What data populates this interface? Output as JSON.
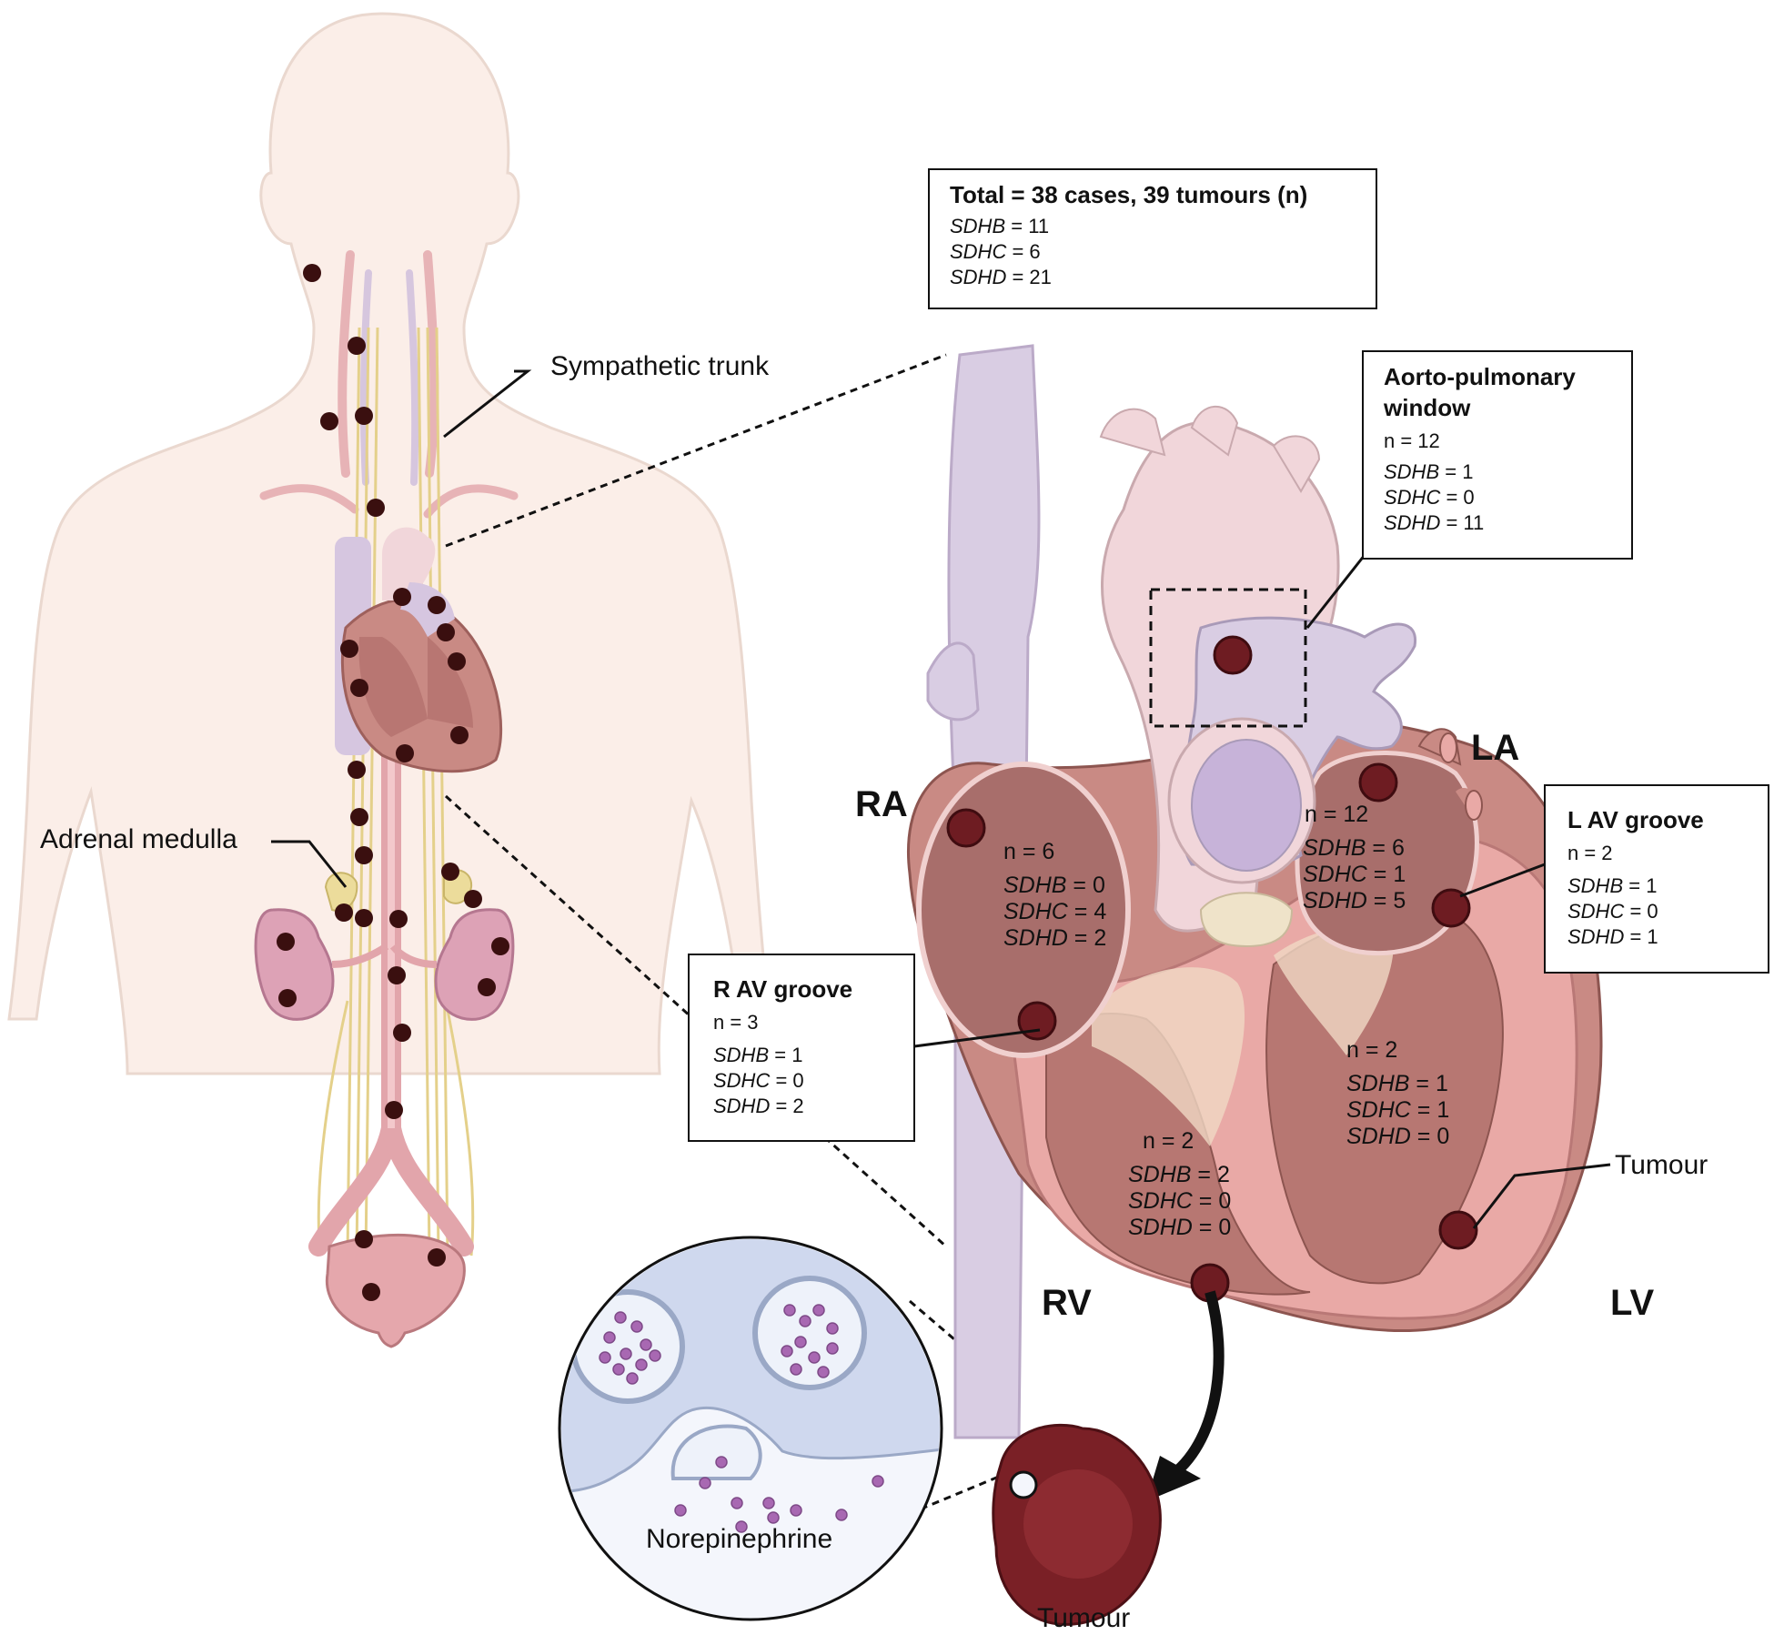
{
  "colors": {
    "skin": "#fbeee8",
    "skin_outline": "#e8d5cc",
    "heart_wall": "#c98a84",
    "heart_inner": "#b07572",
    "ventricle_pink": "#e9a9a6",
    "vessel_lilac": "#d9cde3",
    "aorta_pink": "#f3d9dd",
    "nerve_yellow": "#e4d08a",
    "tumour_dot": "#3a0f0f",
    "tumour_red": "#7a2026",
    "kidney_pink": "#dda2b6",
    "cell_blue": "#cfd8ee",
    "vesicle_purple": "#a868b2"
  },
  "total_box": {
    "title": "Total = 38 cases, 39 tumours (n)",
    "genes": [
      {
        "gene": "SDHB",
        "value": "= 11"
      },
      {
        "gene": "SDHC",
        "value": "= 6"
      },
      {
        "gene": "SDHD",
        "value": "= 21"
      }
    ]
  },
  "aorto_box": {
    "title_line1": "Aorto-pulmonary",
    "title_line2": "window",
    "n": "n = 12",
    "genes": [
      {
        "gene": "SDHB",
        "value": "= 1"
      },
      {
        "gene": "SDHC",
        "value": "= 0"
      },
      {
        "gene": "SDHD",
        "value": "= 11"
      }
    ]
  },
  "lav_box": {
    "title": "L AV groove",
    "n": "n = 2",
    "genes": [
      {
        "gene": "SDHB",
        "value": "= 1"
      },
      {
        "gene": "SDHC",
        "value": "= 0"
      },
      {
        "gene": "SDHD",
        "value": "= 1"
      }
    ]
  },
  "rav_box": {
    "title": "R AV groove",
    "n": "n = 3",
    "genes": [
      {
        "gene": "SDHB",
        "value": "= 1"
      },
      {
        "gene": "SDHC",
        "value": "= 0"
      },
      {
        "gene": "SDHD",
        "value": "= 2"
      }
    ]
  },
  "chambers": {
    "ra": "RA",
    "la": "LA",
    "rv": "RV",
    "lv": "LV"
  },
  "ra_stats": {
    "n": "n = 6",
    "genes": [
      {
        "gene": "SDHB",
        "value": " = 0"
      },
      {
        "gene": "SDHC",
        "value": " = 4"
      },
      {
        "gene": "SDHD",
        "value": " = 2"
      }
    ]
  },
  "la_stats": {
    "n": "n = 12",
    "genes": [
      {
        "gene": "SDHB",
        "value": " = 6"
      },
      {
        "gene": "SDHC",
        "value": " = 1"
      },
      {
        "gene": "SDHD",
        "value": " = 5"
      }
    ]
  },
  "rv_stats": {
    "n": "n = 2",
    "genes": [
      {
        "gene": "SDHB",
        "value": " = 2"
      },
      {
        "gene": "SDHC",
        "value": " = 0"
      },
      {
        "gene": "SDHD",
        "value": " = 0"
      }
    ]
  },
  "lv_stats": {
    "n": "n = 2",
    "genes": [
      {
        "gene": "SDHB",
        "value": " = 1"
      },
      {
        "gene": "SDHC",
        "value": " = 1"
      },
      {
        "gene": "SDHD",
        "value": " = 0"
      }
    ]
  },
  "labels": {
    "sympathetic_trunk": "Sympathetic trunk",
    "adrenal_medulla": "Adrenal medulla",
    "tumour_pointer": "Tumour",
    "tumour_bottom": "Tumour",
    "norepinephrine": "Norepinephrine"
  }
}
